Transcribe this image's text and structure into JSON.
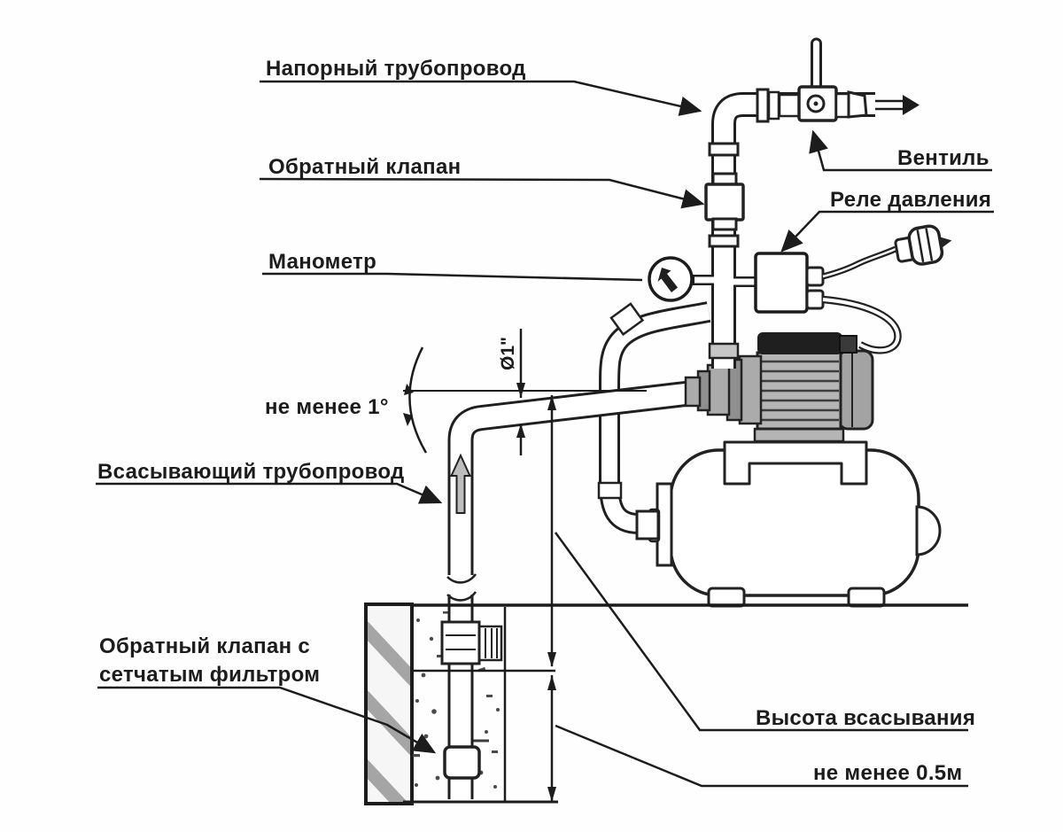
{
  "diagram": {
    "type": "pump-station-installation-schematic",
    "labels": {
      "pressure_pipe": "Напорный трубопровод",
      "check_valve": "Обратный клапан",
      "manometer": "Манометр",
      "min_slope": "не менее 1°",
      "suction_pipe": "Всасывающий трубопровод",
      "foot_valve_line1": "Обратный клапан с",
      "foot_valve_line2": "сетчатым фильтром",
      "valve": "Вентиль",
      "pressure_relay": "Реле давления",
      "suction_height": "Высота всасывания",
      "min_depth": "не менее 0.5м",
      "pipe_diameter": "Ø1\""
    },
    "colors": {
      "line": "#1c1c1c",
      "background": "#fefefe",
      "metal_light": "#ababab",
      "metal_mid": "#8f8f8f",
      "fitting_gray": "#c6c6c6",
      "dark_cap": "#1f1f1f",
      "hatch_gray": "#a5a5a5"
    }
  }
}
